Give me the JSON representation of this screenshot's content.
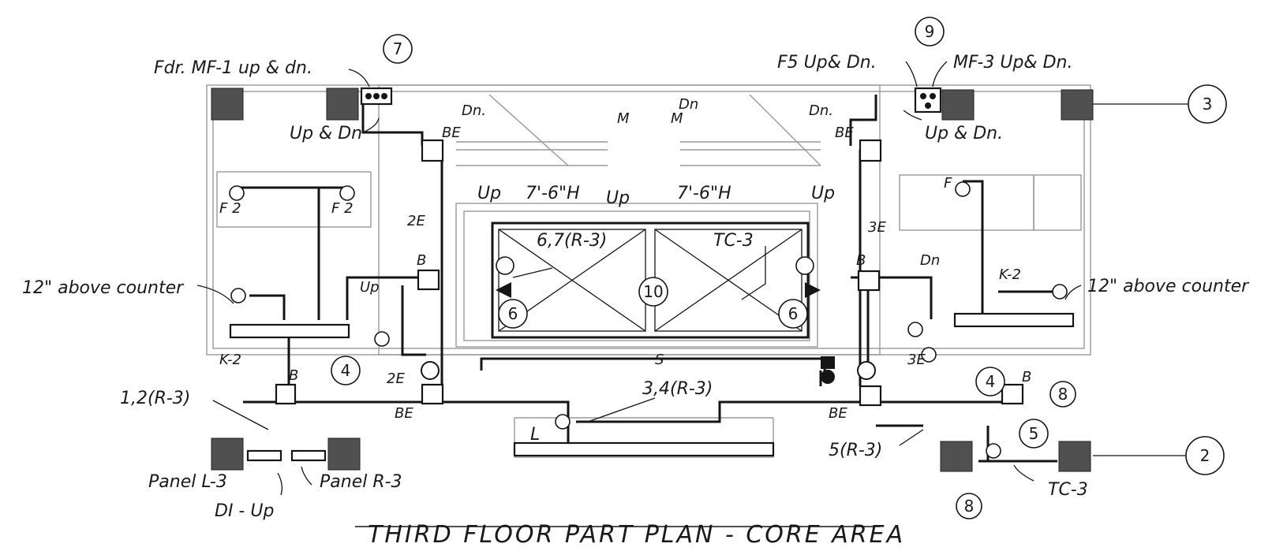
{
  "title": "THIRD FLOOR PART PLAN - CORE AREA",
  "labels": {
    "fdr_mf1": "Fdr. MF-1 up & dn.",
    "f5": "F5 Up& Dn.",
    "mf3": "MF-3 Up& Dn.",
    "up_dn_left": "Up & Dn",
    "up_dn_right": "Up & Dn.",
    "dn_left": "Dn.",
    "dn_center": "Dn",
    "dn_right": "Dn.",
    "dn_lower_right": "Dn",
    "m_left": "M",
    "m_right": "M",
    "up_left": "Up",
    "up_center": "Up",
    "up_right": "Up",
    "up_small": "Up",
    "height_left": "7'-6\"H",
    "height_right": "7'-6\"H",
    "be_upper_left": "BE",
    "be_upper_right": "BE",
    "be_lower_left": "BE",
    "be_lower_right": "BE",
    "e2_upper": "2E",
    "e2_lower": "2E",
    "e3_upper": "3E",
    "e3_lower": "3E",
    "f2_left": "F 2",
    "f2_right": "F 2",
    "f4": "F",
    "above_counter_left": "12\" above counter",
    "above_counter_right": "12\" above counter",
    "k2_left": "K-2",
    "k2_right": "K-2",
    "b_left_upper": "B",
    "b_left_lower": "B",
    "b_right_upper": "B",
    "b_right_lower": "B",
    "r3_67": "6,7(R-3)",
    "tc3_upper": "TC-3",
    "tc3_lower": "TC-3",
    "r3_12": "1,2(R-3)",
    "r3_34": "3,4(R-3)",
    "r3_5": "5(R-3)",
    "panel_l3": "Panel L-3",
    "panel_r3": "Panel R-3",
    "di_up": "DI - Up",
    "l": "L",
    "s_center": "S"
  },
  "bubbles": {
    "b7": "7",
    "b9": "9",
    "b3": "3",
    "b2": "2",
    "b10": "10",
    "b4_left": "4",
    "b4_right": "4",
    "b6_left": "6",
    "b6_right": "6",
    "b5": "5",
    "b8_upper": "8",
    "b8_lower": "8"
  },
  "colors": {
    "ink": "#151515",
    "column": "#505050",
    "wall": "#9a9a9a"
  },
  "icons": [
    "junction-box-icon",
    "receptacle-icon",
    "switch-icon",
    "panel-icon",
    "fixture-icon"
  ]
}
